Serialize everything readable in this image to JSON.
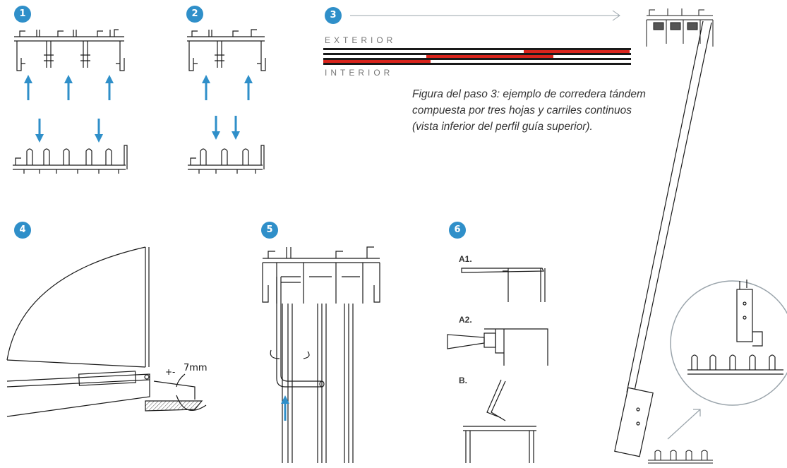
{
  "steps": [
    "1",
    "2",
    "3",
    "4",
    "5",
    "6"
  ],
  "step3": {
    "exterior_label": "EXTERIOR",
    "interior_label": "INTERIOR",
    "caption_lines": [
      "Figura del paso 3: ejemplo de corredera tándem",
      "compuesta por tres hojas y carriles continuos",
      "(vista inferior del perfil guía superior)."
    ]
  },
  "step4": {
    "tolerance": "+-",
    "gap": "7mm"
  },
  "step6": {
    "labels": [
      "A1.",
      "A2.",
      "B."
    ]
  },
  "colors": {
    "accent": "#2f8fc9",
    "rail_red": "#d9241c",
    "line": "#1a1a1a",
    "gray": "#9aa4ab"
  }
}
